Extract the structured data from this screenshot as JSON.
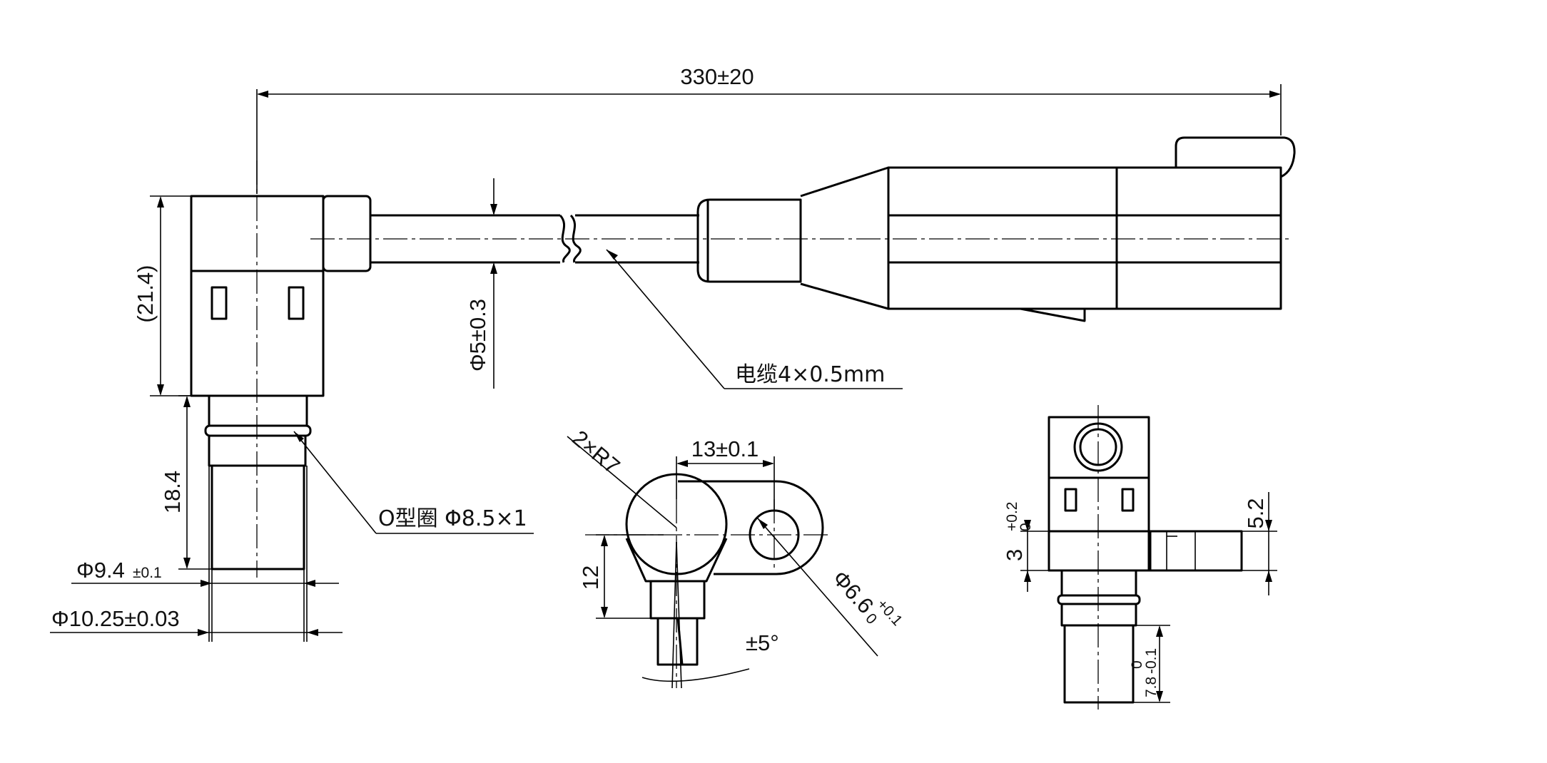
{
  "dimensions": {
    "overall_length": "330±20",
    "head_height": "(21.4)",
    "cable_diameter": "Φ5±0.3",
    "cable_spec": "电缆4×0.5mm",
    "body_length": "18.4",
    "o_ring": "O型圈 Φ8.5×1",
    "shaft_diameter_value": "Φ9.4",
    "shaft_diameter_tol": "±0.1",
    "outer_diameter": "Φ10.25±0.03",
    "radius": "2×R7",
    "hole_spacing": "13±0.1",
    "flange_offset": "12",
    "hole_diameter_value": "Φ6.6",
    "hole_diameter_tol_upper": "+0.1",
    "hole_diameter_tol_lower": "0",
    "angle": "±5°",
    "flange_thickness_value": "3",
    "flange_thickness_tol_upper": "+0.2",
    "flange_thickness_tol_lower": "0",
    "side_height": "5.2",
    "tip_length_value": "7.8",
    "tip_length_tol_upper": "0",
    "tip_length_tol_lower": "-0.1"
  },
  "colors": {
    "line": "#000000",
    "background": "#ffffff"
  }
}
